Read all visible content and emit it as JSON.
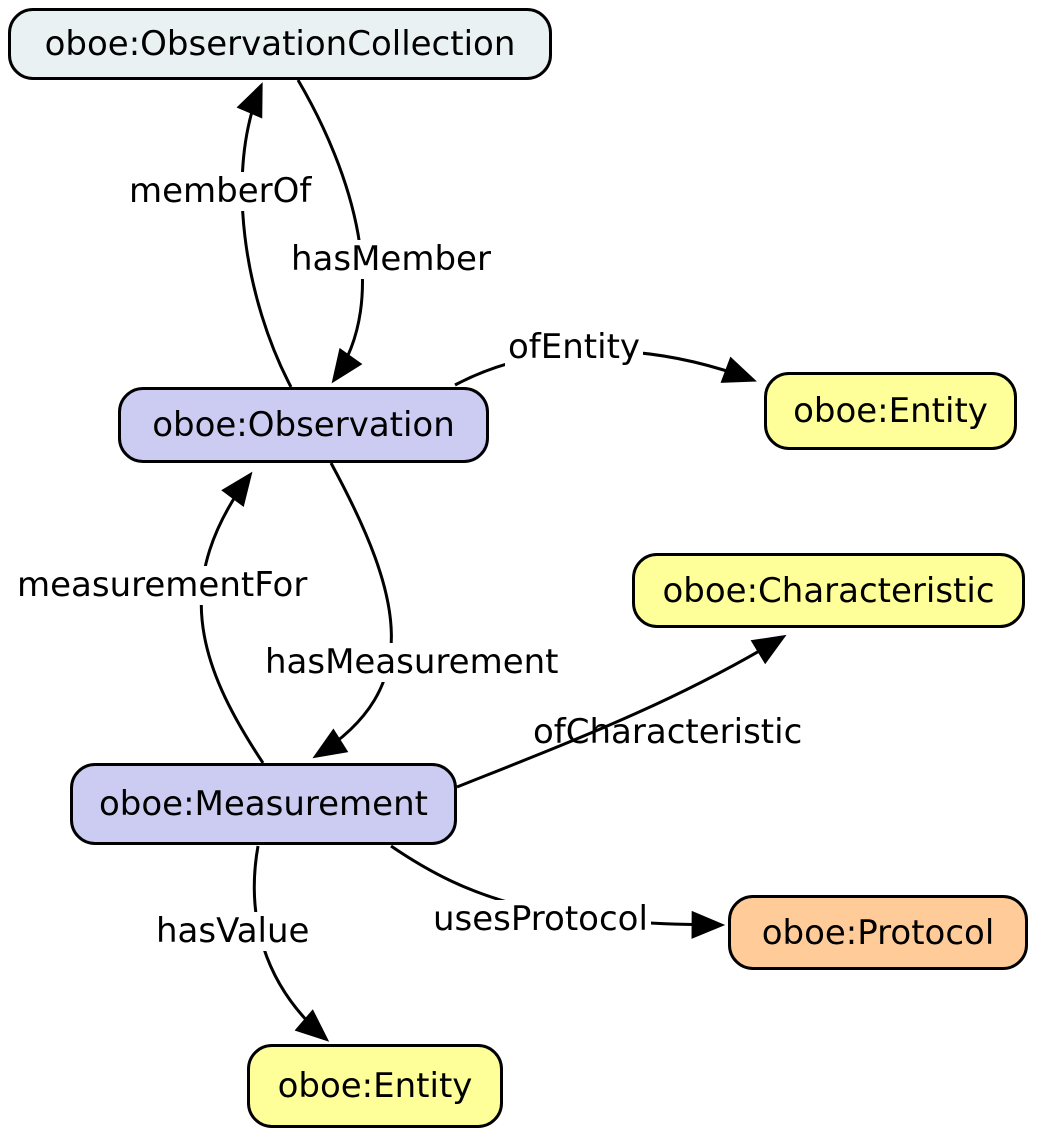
{
  "diagram": {
    "background_color": "#ffffff",
    "line_color": "#000000",
    "nodes": {
      "observation_collection": {
        "label": "oboe:ObservationCollection",
        "fill": "#e9f1f3"
      },
      "observation": {
        "label": "oboe:Observation",
        "fill": "#ccccf2"
      },
      "entity_right": {
        "label": "oboe:Entity",
        "fill": "#ffff99"
      },
      "characteristic": {
        "label": "oboe:Characteristic",
        "fill": "#ffff99"
      },
      "measurement": {
        "label": "oboe:Measurement",
        "fill": "#ccccf2"
      },
      "protocol": {
        "label": "oboe:Protocol",
        "fill": "#ffcc99"
      },
      "entity_bottom": {
        "label": "oboe:Entity",
        "fill": "#ffff99"
      }
    },
    "edges": {
      "member_of": {
        "label": "memberOf",
        "from": "observation",
        "to": "observation_collection"
      },
      "has_member": {
        "label": "hasMember",
        "from": "observation_collection",
        "to": "observation"
      },
      "of_entity": {
        "label": "ofEntity",
        "from": "observation",
        "to": "entity_right"
      },
      "measurement_for": {
        "label": "measurementFor",
        "from": "measurement",
        "to": "observation"
      },
      "has_measurement": {
        "label": "hasMeasurement",
        "from": "observation",
        "to": "measurement"
      },
      "of_characteristic": {
        "label": "ofCharacteristic",
        "from": "measurement",
        "to": "characteristic"
      },
      "uses_protocol": {
        "label": "usesProtocol",
        "from": "measurement",
        "to": "protocol"
      },
      "has_value": {
        "label": "hasValue",
        "from": "measurement",
        "to": "entity_bottom"
      }
    }
  }
}
